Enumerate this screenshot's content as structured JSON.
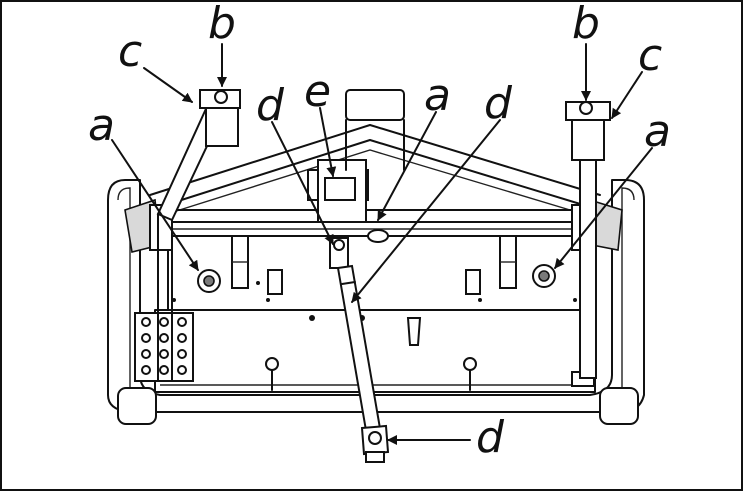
{
  "callouts": {
    "a1": "a",
    "a2": "a",
    "a3": "a",
    "b1": "b",
    "b2": "b",
    "c1": "c",
    "c2": "c",
    "d1": "d",
    "d2": "d",
    "d3": "d",
    "e1": "e"
  },
  "colors": {
    "ink": "#111111",
    "background": "#ffffff"
  }
}
